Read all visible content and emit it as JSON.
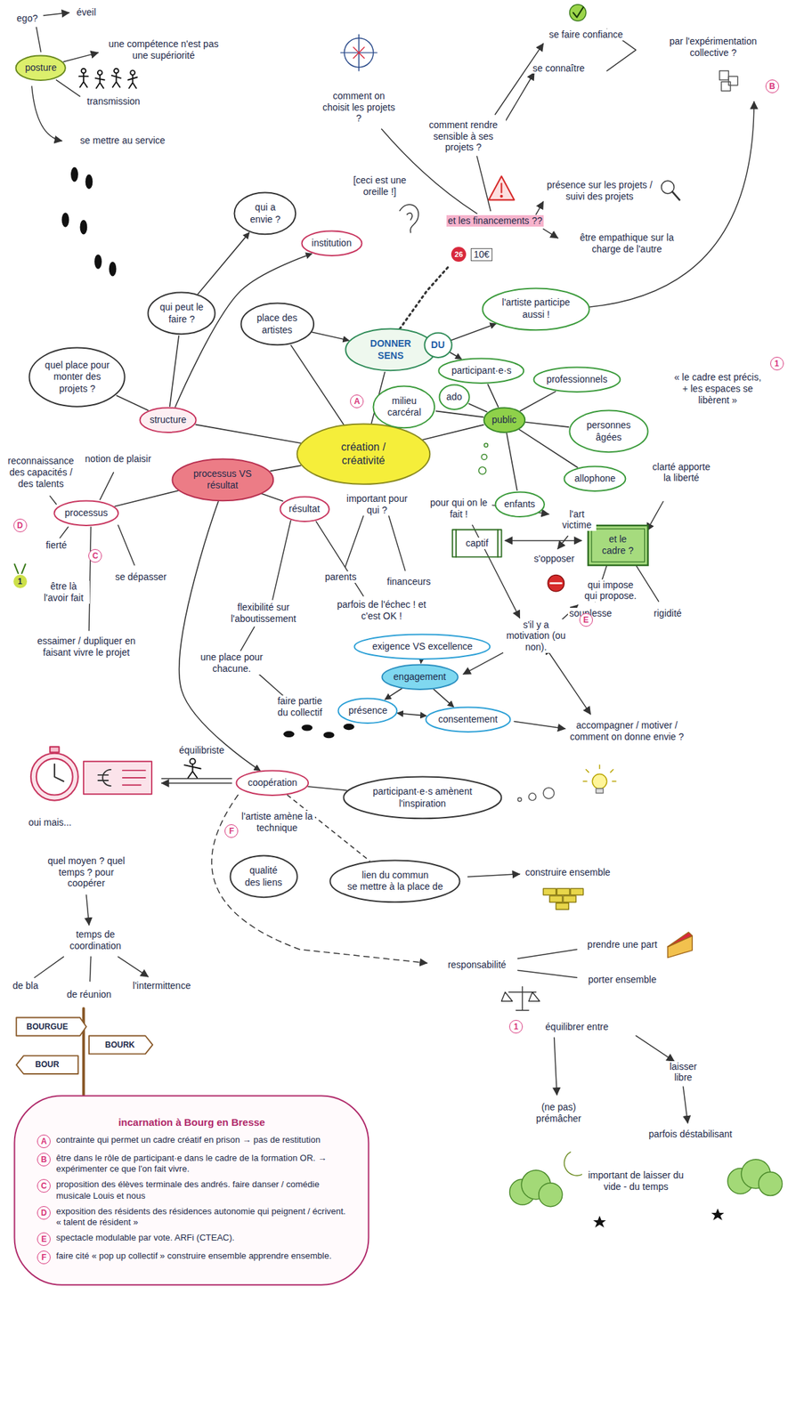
{
  "diagram": {
    "nodes": [
      {
        "text": [
          "posture"
        ]
      },
      {
        "text": [
          "création / créativité"
        ]
      },
      {
        "text": [
          "DONNER SENS"
        ]
      },
      {
        "text": [
          "DU"
        ]
      },
      {
        "text": [
          "place des artistes"
        ]
      },
      {
        "text": [
          "institution"
        ]
      },
      {
        "text": [
          "qui peut le faire ?"
        ]
      },
      {
        "text": [
          "qui a envie ?"
        ]
      },
      {
        "text": [
          "structure"
        ]
      },
      {
        "text": [
          "quel place pour monter des projets ?"
        ]
      },
      {
        "text": [
          "l'artiste participe aussi !"
        ]
      },
      {
        "text": [
          "participant·e·s"
        ]
      },
      {
        "text": [
          "public"
        ]
      },
      {
        "text": [
          "milieu carcéral"
        ]
      },
      {
        "text": [
          "ado"
        ]
      },
      {
        "text": [
          "professionnels"
        ]
      },
      {
        "text": [
          "personnes âgées"
        ]
      },
      {
        "text": [
          "allophone"
        ]
      },
      {
        "text": [
          "enfants"
        ]
      },
      {
        "text": [
          "et le cadre ?"
        ]
      },
      {
        "text": [
          "processus VS résultat"
        ]
      },
      {
        "text": [
          "processus"
        ]
      },
      {
        "text": [
          "résultat"
        ]
      },
      {
        "text": [
          "exigence VS excellence"
        ]
      },
      {
        "text": [
          "engagement"
        ]
      },
      {
        "text": [
          "présence"
        ]
      },
      {
        "text": [
          "consentement"
        ]
      },
      {
        "text": [
          "coopération"
        ]
      },
      {
        "text": [
          "participant·e·s amènent l'inspiration"
        ]
      },
      {
        "text": [
          "lien du commun",
          "se mettre à la place de"
        ]
      },
      {
        "text": [
          "qualité des liens"
        ]
      },
      {
        "text": [
          "incarnation à Bourg en Bresse",
          "A",
          "contrainte qui permet un cadre créatif en prison → pas de restitution",
          "B",
          "être dans le rôle de participant·e dans le cadre de la formation OR. → expérimenter ce que l'on fait vivre.",
          "C",
          "proposition des élèves terminale des andrés. faire danser / comédie musicale Louis et nous",
          "D",
          "exposition des résidents des résidences autonomie qui peignent / écrivent. « talent de résident »",
          "E",
          "spectacle modulable par vote. ARFi (CTEAC).",
          "F",
          "faire cité « pop up collectif » construire ensemble apprendre ensemble."
        ]
      }
    ],
    "edges": [
      {
        "from": 1,
        "to": 2,
        "arrow": "none"
      },
      {
        "from": 4,
        "to": 2,
        "arrow": "to"
      },
      {
        "from": 1,
        "to": 4,
        "arrow": "none"
      },
      {
        "from": 3,
        "to": 10,
        "arrow": "to"
      },
      {
        "from": 3,
        "to": 11,
        "arrow": "to"
      },
      {
        "from": 1,
        "to": 8,
        "arrow": "none"
      },
      {
        "from": 8,
        "to": 9,
        "arrow": "none"
      },
      {
        "from": 8,
        "to": 6,
        "arrow": "none"
      },
      {
        "from": 8,
        "to": 5,
        "arrow": "to"
      },
      {
        "from": 6,
        "to": 7,
        "arrow": "to"
      },
      {
        "from": 1,
        "to": 12,
        "arrow": "none"
      },
      {
        "from": 12,
        "to": 11,
        "arrow": "none"
      },
      {
        "from": 12,
        "to": 13,
        "arrow": "none"
      },
      {
        "from": 12,
        "to": 14,
        "arrow": "none"
      },
      {
        "from": 12,
        "to": 15,
        "arrow": "none"
      },
      {
        "from": 12,
        "to": 16,
        "arrow": "none"
      },
      {
        "from": 12,
        "to": 17,
        "arrow": "none"
      },
      {
        "from": 12,
        "to": 18,
        "arrow": "none"
      },
      {
        "from": 1,
        "to": 20,
        "arrow": "none"
      },
      {
        "from": 20,
        "to": 21,
        "arrow": "none"
      },
      {
        "from": 20,
        "to": 22,
        "arrow": "none"
      },
      {
        "from": 20,
        "to": 27,
        "arrow": "to"
      },
      {
        "from": 23,
        "to": 24,
        "arrow": "to"
      },
      {
        "from": 24,
        "to": 25,
        "arrow": "to"
      },
      {
        "from": 24,
        "to": 26,
        "arrow": "to"
      },
      {
        "from": 25,
        "to": 26,
        "arrow": "both"
      },
      {
        "from": 27,
        "to": 28,
        "arrow": "none"
      },
      {
        "from": 27,
        "to": 29,
        "arrow": "none"
      }
    ],
    "labels": [
      "ego?",
      "éveil",
      "une compétence n'est pas une supériorité",
      "transmission",
      "se mettre au service",
      "[ceci est une oreille !]",
      "comment on choisit les projets ?",
      "comment rendre sensible à ses projets ?",
      "se faire confiance",
      "se connaître",
      "par l'expérimentation collective ?",
      "B",
      "et les financements ??",
      "26",
      "10€",
      "présence sur les projets / suivi des projets",
      "être empathique sur la charge de l'autre",
      "« le cadre est précis, + les espaces se libèrent »",
      "1",
      "A",
      "captif",
      "clarté apporte la liberté",
      "souplesse",
      "rigidité",
      "notion de plaisir",
      "reconnaissance des capacités / des talents",
      "D",
      "fierté",
      "C",
      "1",
      "être là l'avoir fait",
      "se dépasser",
      "essaimer / dupliquer en faisant vivre le projet",
      "important pour qui ?",
      "parents",
      "financeurs",
      "pour qui on le fait !",
      "l'art victime",
      "s'opposer",
      "s'il y a motivation (ou non).",
      "qui impose qui propose.",
      "E",
      "flexibilité sur l'aboutissement",
      "parfois de l'échec ! et c'est OK !",
      "une place pour chacune.",
      "faire partie du collectif",
      "accompagner / motiver / comment on donne envie ?",
      "équilibriste",
      "oui mais...",
      "quel moyen ? quel temps ? pour coopérer",
      "temps de coordination",
      "de bla",
      "de réunion",
      "l'intermittence",
      "l'artiste amène la technique",
      "F",
      "construire ensemble",
      "responsabilité",
      "prendre une part",
      "porter ensemble",
      "1",
      "équilibrer entre",
      "(ne pas) prémâcher",
      "laisser libre",
      "parfois déstabilisant",
      "important de laisser du vide - du temps",
      "BOURGUE",
      "BOURK",
      "BOUR"
    ]
  }
}
